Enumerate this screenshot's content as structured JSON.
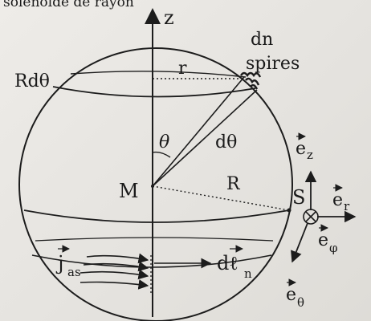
{
  "header_fragment": "solénoïde de rayon",
  "labels": {
    "z_axis": "z",
    "dn": "dn",
    "spires": "spires",
    "r": "r",
    "R_dtheta": "Rdθ",
    "theta": "θ",
    "d_theta": "dθ",
    "M": "M",
    "R": "R",
    "S": "S",
    "e_z": "e",
    "e_z_sub": "z",
    "e_r": "e",
    "e_r_sub": "r",
    "e_phi": "e",
    "e_phi_sub": "φ",
    "e_theta": "e",
    "e_theta_sub": "θ",
    "j": "j",
    "j_sub": "as",
    "dl": "dℓ",
    "dl_sub": "n"
  },
  "colors": {
    "ink": "#1c1c1c",
    "paper": "#eeece8"
  }
}
